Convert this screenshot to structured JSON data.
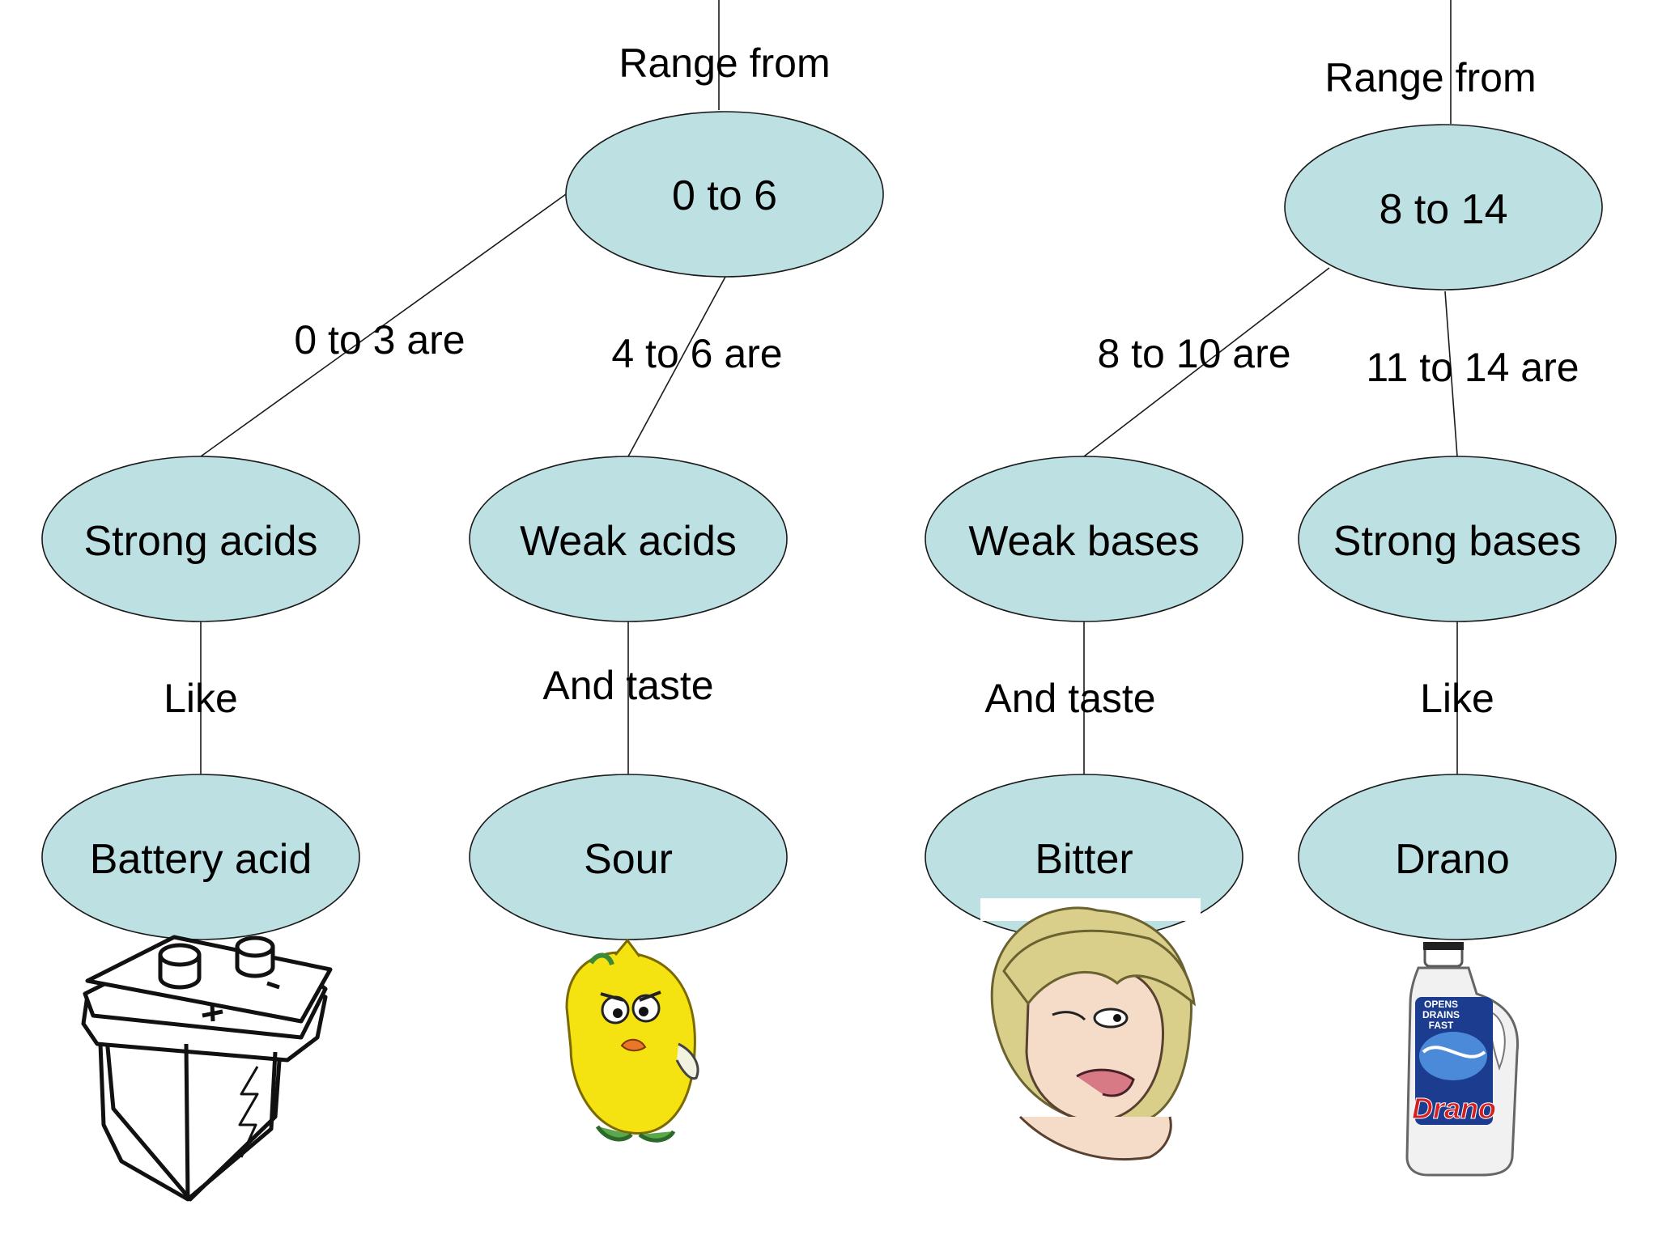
{
  "colors": {
    "node_fill": "#bde0e2",
    "line": "#1a1a1a",
    "text": "#000000"
  },
  "acids": {
    "edge_range": "Range from",
    "range_node": "0 to 6",
    "edge_strong": "0 to 3 are",
    "edge_weak": "4 to 6 are",
    "strong_node": "Strong acids",
    "weak_node": "Weak acids",
    "edge_like": "Like",
    "edge_taste": "And taste",
    "example_node": "Battery acid",
    "taste_node": "Sour"
  },
  "bases": {
    "edge_range": "Range from",
    "range_node": "8 to 14",
    "edge_weak": "8 to 10 are",
    "edge_strong": "11 to 14 are",
    "weak_node": "Weak bases",
    "strong_node": "Strong bases",
    "edge_taste": "And taste",
    "edge_like": "Like",
    "taste_node": "Bitter",
    "example_node": "Drano"
  },
  "illustrations": {
    "battery": "battery-icon",
    "lemon": "sour-lemon-icon",
    "bitter_face": "bitter-face-icon",
    "drano": "drano-bottle-icon",
    "drano_label_lines": [
      "OPENS",
      "DRAINS",
      "FAST"
    ],
    "drano_brand": "Drano"
  }
}
